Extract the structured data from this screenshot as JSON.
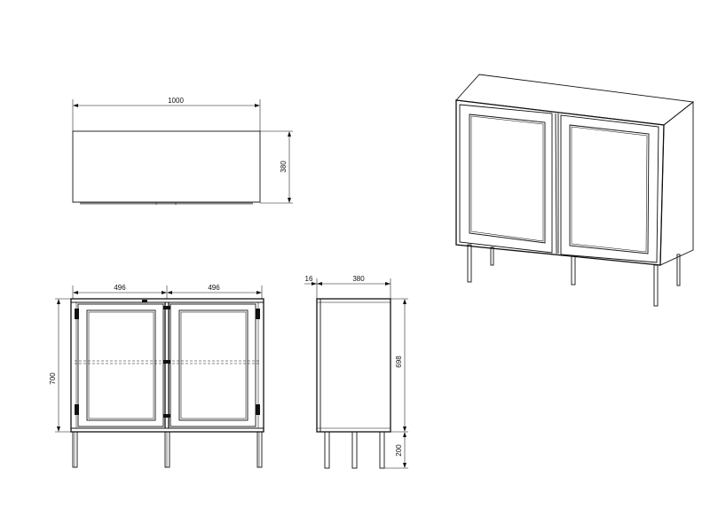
{
  "drawing": {
    "top_view": {
      "width_label": "1000",
      "depth_label": "380"
    },
    "front_view": {
      "left_door_label": "496",
      "right_door_label": "496",
      "height_label": "700"
    },
    "side_view": {
      "offset_label": "16",
      "depth_label": "380",
      "body_height_label": "698",
      "leg_height_label": "200"
    }
  }
}
